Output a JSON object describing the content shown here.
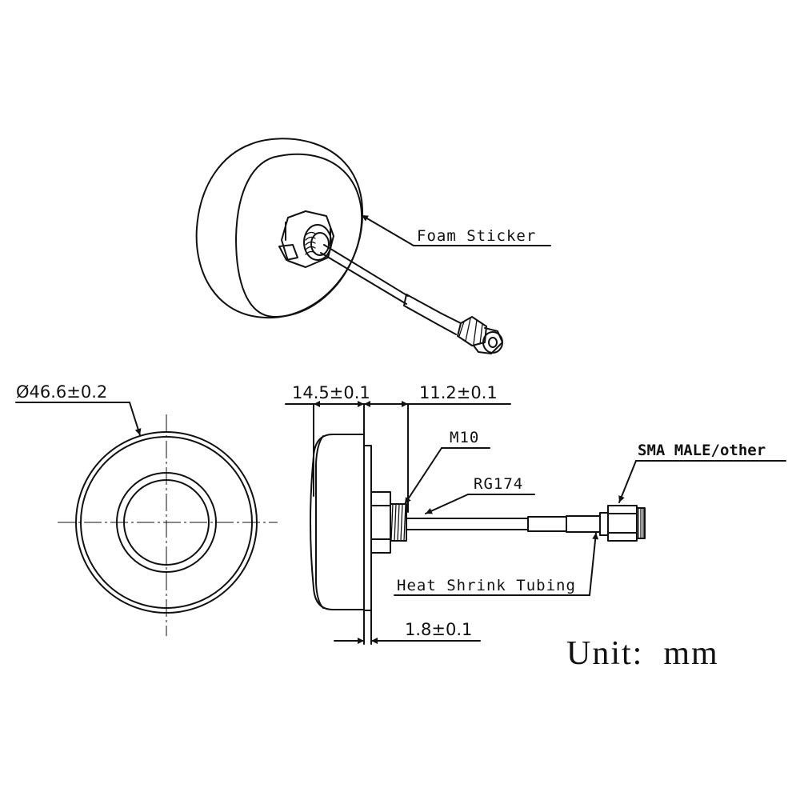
{
  "labels": {
    "foam_sticker": "Foam Sticker",
    "diameter": "Ø46.6±0.2",
    "height": "14.5±0.1",
    "thread_length": "11.2±0.1",
    "thread": "M10",
    "cable": "RG174",
    "connector": "SMA MALE/other",
    "heat_shrink": "Heat Shrink Tubing",
    "base_thickness": "1.8±0.1",
    "unit": "Unit:  mm"
  }
}
